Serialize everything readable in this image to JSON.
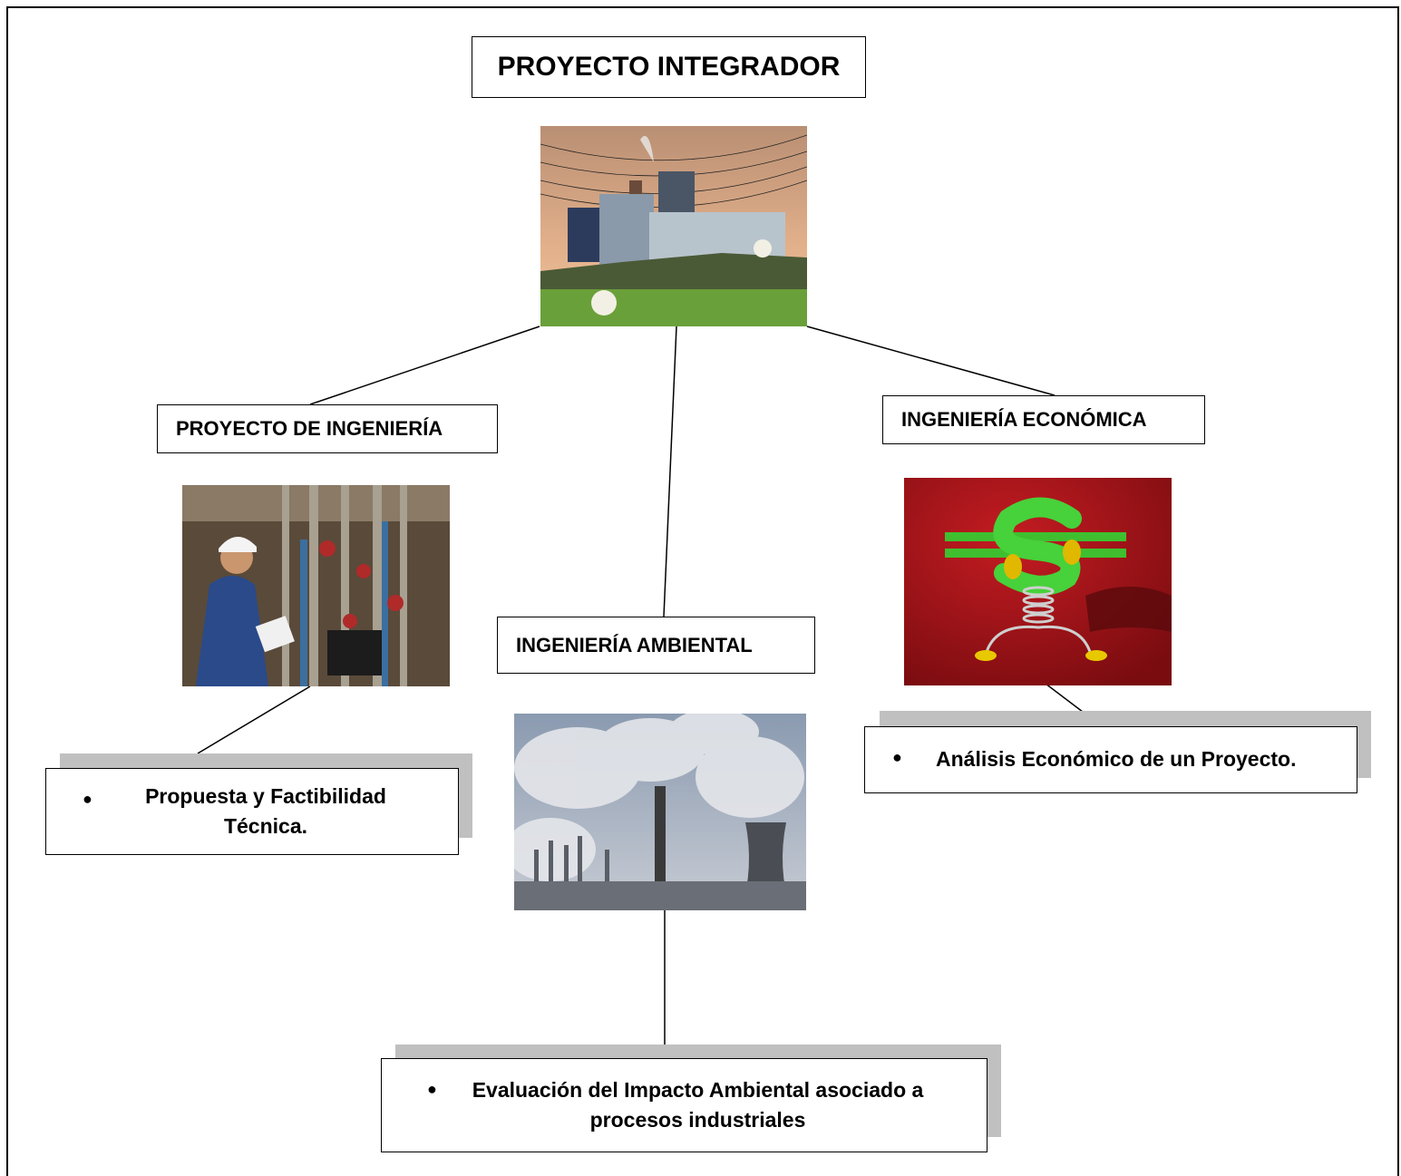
{
  "title": "PROYECTO INTEGRADOR",
  "branches": {
    "ingenieria_proyecto": {
      "label": "PROYECTO DE INGENIERÍA",
      "bullet": "Propuesta y Factibilidad Técnica."
    },
    "ingenieria_ambiental": {
      "label": "INGENIERÍA AMBIENTAL",
      "bullet": "Evaluación del Impacto Ambiental asociado a procesos industriales"
    },
    "ingenieria_economica": {
      "label": "INGENIERÍA ECONÓMICA",
      "bullet": "Análisis Económico de un Proyecto."
    }
  },
  "images": {
    "main": "factory-landscape-photo",
    "proyecto": "engineer-with-pipes-photo",
    "ambiental": "smokestacks-pollution-photo",
    "economica": "green-dollar-sign-photo"
  },
  "colors": {
    "border": "#000000",
    "shadow": "#c0c0c0",
    "background": "#ffffff"
  }
}
